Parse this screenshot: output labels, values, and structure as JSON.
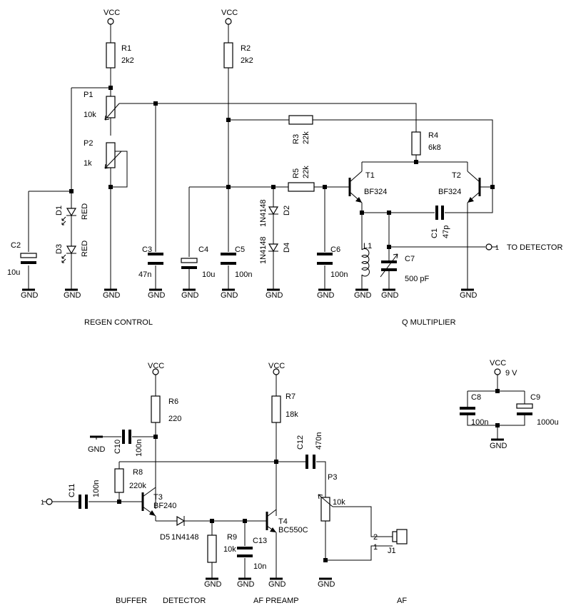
{
  "supply": {
    "vcc": "VCC",
    "gnd": "GND",
    "nine_volt": "9 V"
  },
  "sections": {
    "regen": "REGEN CONTROL",
    "qmult": "Q MULTIPLIER",
    "buffer": "BUFFER",
    "detector": "DETECTOR",
    "preamp": "AF PREAMP",
    "af": "AF"
  },
  "components": {
    "R1": {
      "ref": "R1",
      "value": "2k2"
    },
    "R2": {
      "ref": "R2",
      "value": "2k2"
    },
    "R3": {
      "ref": "R3",
      "value": "22k"
    },
    "R4": {
      "ref": "R4",
      "value": "6k8"
    },
    "R5": {
      "ref": "R5",
      "value": "22k"
    },
    "R6": {
      "ref": "R6",
      "value": "220"
    },
    "R7": {
      "ref": "R7",
      "value": "18k"
    },
    "R8": {
      "ref": "R8",
      "value": "220k"
    },
    "R9": {
      "ref": "R9",
      "value": "10k"
    },
    "P1": {
      "ref": "P1",
      "value": "10k"
    },
    "P2": {
      "ref": "P2",
      "value": "1k"
    },
    "P3": {
      "ref": "P3",
      "value": "10k"
    },
    "C1": {
      "ref": "C1",
      "value": "47p"
    },
    "C2": {
      "ref": "C2",
      "value": "10u"
    },
    "C3": {
      "ref": "C3",
      "value": "47n"
    },
    "C4": {
      "ref": "C4",
      "value": "10u"
    },
    "C5": {
      "ref": "C5",
      "value": "100n"
    },
    "C6": {
      "ref": "C6",
      "value": "100n"
    },
    "C7": {
      "ref": "C7",
      "value": "500 pF"
    },
    "C8": {
      "ref": "C8",
      "value": "100n"
    },
    "C9": {
      "ref": "C9",
      "value": "1000u"
    },
    "C10": {
      "ref": "C10",
      "value": "100n"
    },
    "C11": {
      "ref": "C11",
      "value": "100n"
    },
    "C12": {
      "ref": "C12",
      "value": "470n"
    },
    "C13": {
      "ref": "C13",
      "value": "10n"
    },
    "D1": {
      "ref": "D1",
      "value": "RED"
    },
    "D2": {
      "ref": "D2",
      "value": "1N4148"
    },
    "D3": {
      "ref": "D3",
      "value": "RED"
    },
    "D4": {
      "ref": "D4",
      "value": "1N4148"
    },
    "D5": {
      "ref": "D5",
      "value": "1N4148"
    },
    "T1": {
      "ref": "T1",
      "value": "BF324"
    },
    "T2": {
      "ref": "T2",
      "value": "BF324"
    },
    "T3": {
      "ref": "T3",
      "value": "BF240"
    },
    "T4": {
      "ref": "T4",
      "value": "BC550C"
    },
    "L1": {
      "ref": "L1"
    },
    "J1": {
      "ref": "J1",
      "pin1": "1",
      "pin2": "2"
    }
  },
  "ports": {
    "to_detector": "TO DETECTOR",
    "to_detector_pin": "1",
    "input_pin": "1"
  }
}
